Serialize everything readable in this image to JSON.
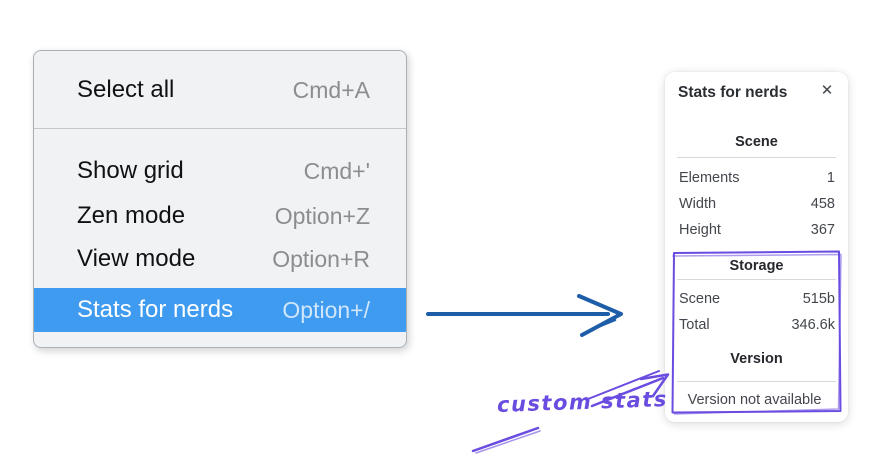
{
  "menu": {
    "items": [
      {
        "label": "Select all",
        "shortcut": "Cmd+A",
        "highlighted": false
      },
      {
        "label": "Show grid",
        "shortcut": "Cmd+'",
        "highlighted": false
      },
      {
        "label": "Zen mode",
        "shortcut": "Option+Z",
        "highlighted": false
      },
      {
        "label": "View mode",
        "shortcut": "Option+R",
        "highlighted": false
      },
      {
        "label": "Stats for nerds",
        "shortcut": "Option+/",
        "highlighted": true
      }
    ]
  },
  "stats_panel": {
    "title": "Stats for nerds",
    "close_icon": "✕",
    "sections": [
      {
        "header": "Scene",
        "rows": [
          {
            "label": "Elements",
            "value": "1"
          },
          {
            "label": "Width",
            "value": "458"
          },
          {
            "label": "Height",
            "value": "367"
          }
        ]
      },
      {
        "header": "Storage",
        "rows": [
          {
            "label": "Scene",
            "value": "515b"
          },
          {
            "label": "Total",
            "value": "346.6k"
          }
        ]
      },
      {
        "header": "Version",
        "note": "Version not available"
      }
    ]
  },
  "annotation": {
    "label": "custom stats"
  },
  "colors": {
    "menu_highlight": "#3f9bf0",
    "arrow_blue": "#1e5da8",
    "annotation_purple": "#6b4ce0"
  }
}
